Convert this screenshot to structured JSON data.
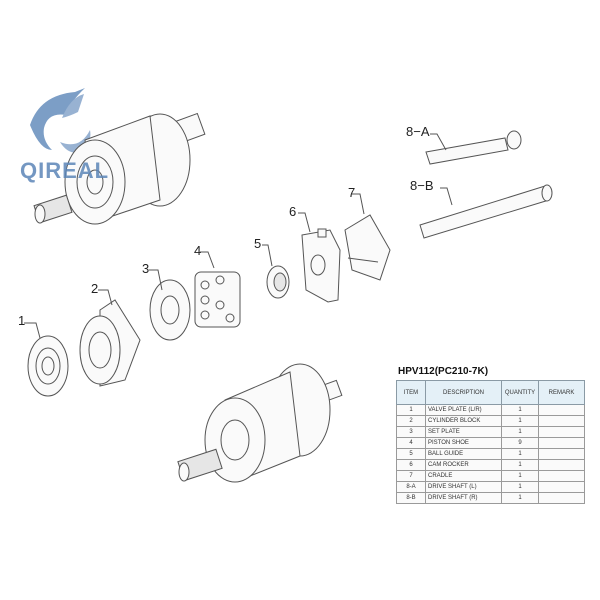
{
  "logo": {
    "text": "QIREAL",
    "color": "#5c86b8"
  },
  "diagram": {
    "title": "HPV112 hydraulic pump exploded parts diagram",
    "callouts": [
      {
        "id": "1",
        "label": "1"
      },
      {
        "id": "2",
        "label": "2"
      },
      {
        "id": "3",
        "label": "3"
      },
      {
        "id": "4",
        "label": "4"
      },
      {
        "id": "5",
        "label": "5"
      },
      {
        "id": "6",
        "label": "6"
      },
      {
        "id": "7",
        "label": "7"
      },
      {
        "id": "8a",
        "label": "8−A"
      },
      {
        "id": "8b",
        "label": "8−B"
      }
    ]
  },
  "parts_table": {
    "title": "HPV112(PC210-7K)",
    "header_color": "#e4f0f7",
    "columns": [
      "ITEM",
      "DESCRIPTION",
      "QUANTITY",
      "REMARK"
    ],
    "rows": [
      {
        "item": "1",
        "description": "VALVE PLATE (L/R)",
        "quantity": "1",
        "remark": ""
      },
      {
        "item": "2",
        "description": "CYLINDER BLOCK",
        "quantity": "1",
        "remark": ""
      },
      {
        "item": "3",
        "description": "SET PLATE",
        "quantity": "1",
        "remark": ""
      },
      {
        "item": "4",
        "description": "PISTON SHOE",
        "quantity": "9",
        "remark": ""
      },
      {
        "item": "5",
        "description": "BALL GUIDE",
        "quantity": "1",
        "remark": ""
      },
      {
        "item": "6",
        "description": "CAM ROCKER",
        "quantity": "1",
        "remark": ""
      },
      {
        "item": "7",
        "description": "CRADLE",
        "quantity": "1",
        "remark": ""
      },
      {
        "item": "8-A",
        "description": "DRIVE SHAFT (L)",
        "quantity": "1",
        "remark": ""
      },
      {
        "item": "8-B",
        "description": "DRIVE SHAFT (R)",
        "quantity": "1",
        "remark": ""
      }
    ]
  }
}
